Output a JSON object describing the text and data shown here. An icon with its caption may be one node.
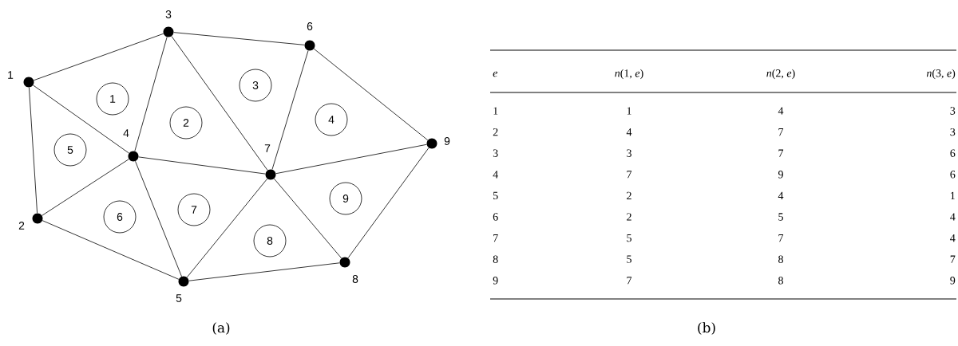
{
  "diagram": {
    "nodes": [
      {
        "text": [],
        "shape": "circle",
        "beside": [
          "1"
        ]
      },
      {
        "text": [],
        "shape": "circle",
        "beside": [
          "2"
        ]
      },
      {
        "text": [],
        "shape": "circle",
        "beside": [
          "3"
        ]
      },
      {
        "text": [],
        "shape": "circle",
        "beside": [
          "4"
        ]
      },
      {
        "text": [],
        "shape": "circle",
        "beside": [
          "5"
        ]
      },
      {
        "text": [],
        "shape": "circle",
        "beside": [
          "6"
        ]
      },
      {
        "text": [],
        "shape": "circle",
        "beside": [
          "7"
        ]
      },
      {
        "text": [],
        "shape": "circle",
        "beside": [
          "8"
        ]
      },
      {
        "text": [],
        "shape": "circle",
        "beside": [
          "9"
        ]
      },
      {
        "text": [
          "1"
        ]
      },
      {
        "text": [
          "2"
        ]
      },
      {
        "text": [
          "3"
        ]
      },
      {
        "text": [
          "4"
        ]
      },
      {
        "text": [
          "5"
        ]
      },
      {
        "text": [
          "6"
        ]
      },
      {
        "text": [
          "7"
        ]
      },
      {
        "text": [
          "8"
        ]
      },
      {
        "text": [
          "9"
        ]
      }
    ],
    "edges": [
      {
        "from": 0,
        "to": 2,
        "arrow": "none"
      },
      {
        "from": 2,
        "to": 5,
        "arrow": "none"
      },
      {
        "from": 5,
        "to": 8,
        "arrow": "none"
      },
      {
        "from": 8,
        "to": 7,
        "arrow": "none"
      },
      {
        "from": 7,
        "to": 4,
        "arrow": "none"
      },
      {
        "from": 4,
        "to": 1,
        "arrow": "none"
      },
      {
        "from": 1,
        "to": 0,
        "arrow": "none"
      },
      {
        "from": 0,
        "to": 3,
        "arrow": "none"
      },
      {
        "from": 2,
        "to": 3,
        "arrow": "none"
      },
      {
        "from": 2,
        "to": 6,
        "arrow": "none"
      },
      {
        "from": 5,
        "to": 6,
        "arrow": "none"
      },
      {
        "from": 3,
        "to": 6,
        "arrow": "none"
      },
      {
        "from": 6,
        "to": 8,
        "arrow": "none"
      },
      {
        "from": 1,
        "to": 3,
        "arrow": "none"
      },
      {
        "from": 3,
        "to": 4,
        "arrow": "none"
      },
      {
        "from": 4,
        "to": 6,
        "arrow": "none"
      },
      {
        "from": 6,
        "to": 7,
        "arrow": "none"
      }
    ],
    "labels": [
      "e",
      "*n*(1, *e*)",
      "*n*(2, *e*)",
      "*n*(3, *e*)",
      "1",
      "1",
      "4",
      "3",
      "2",
      "4",
      "7",
      "3",
      "3",
      "3",
      "7",
      "6",
      "4",
      "7",
      "9",
      "6",
      "5",
      "2",
      "4",
      "1",
      "6",
      "2",
      "5",
      "4",
      "7",
      "5",
      "7",
      "4",
      "8",
      "5",
      "8",
      "7",
      "9",
      "7",
      "8",
      "9",
      "(a)",
      "(b)"
    ]
  }
}
